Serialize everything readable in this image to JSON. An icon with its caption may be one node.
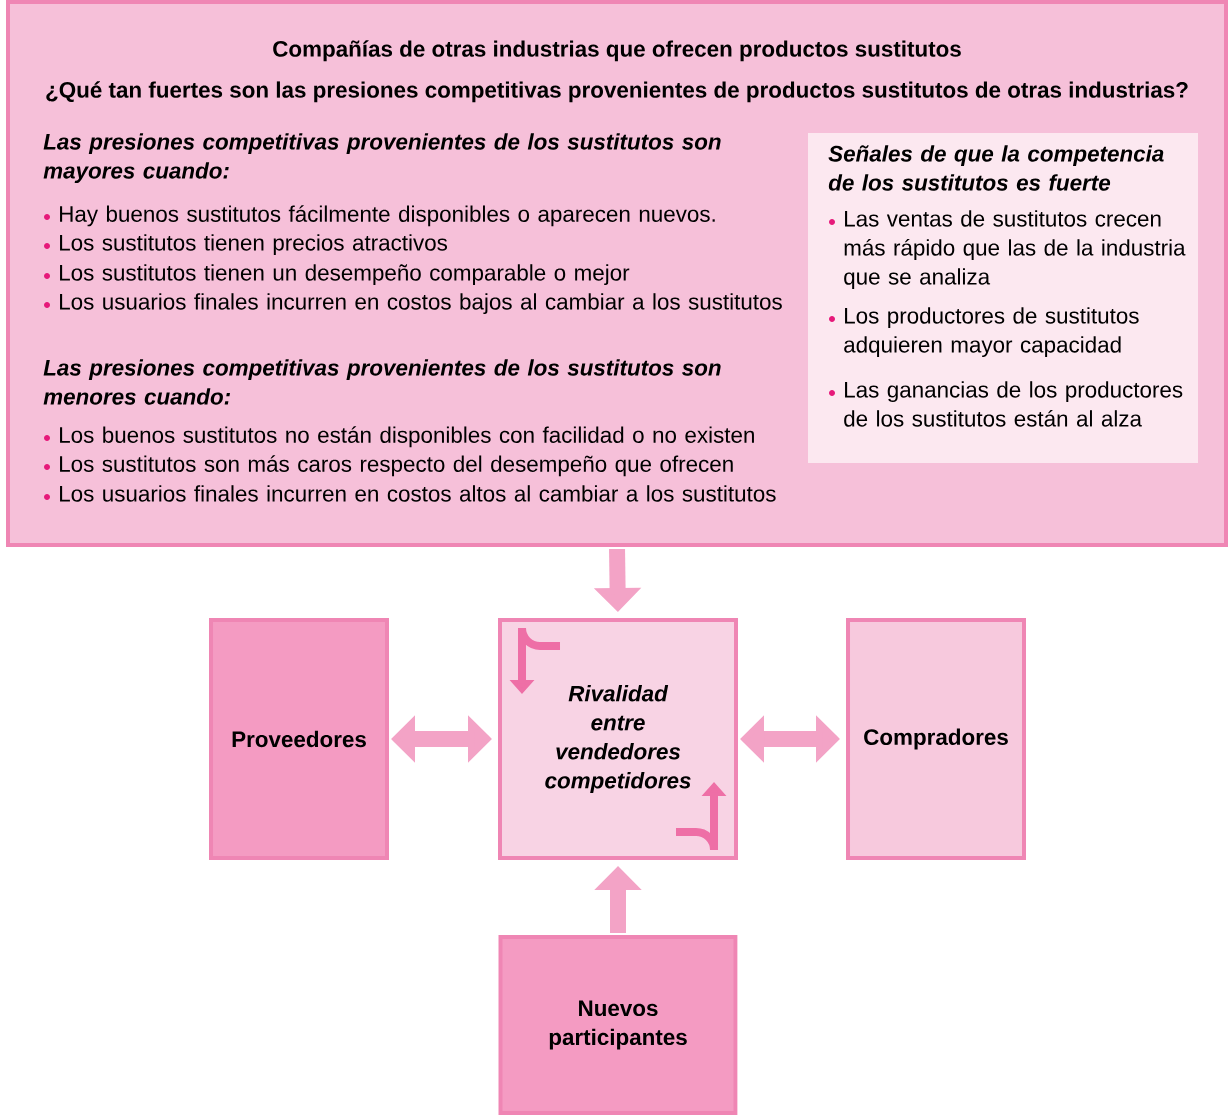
{
  "diagram": {
    "nodes": [
      {
        "text": [
          "Compañías de otras industrias que ofrecen productos sustitutos",
          "¿Qué tan fuertes son las presiones competitivas provenientes de productos sustitutos de otras industrias?",
          "Las presiones competitivas provenientes de los sustitutos son mayores cuando:",
          "Hay buenos sustitutos fácilmente disponibles o aparecen nuevos.",
          "Los sustitutos tienen precios atractivos",
          "Los sustitutos tienen un desempeño comparable o mejor",
          "Los usuarios finales incurren en costos bajos al cambiar a los sustitutos",
          "Las presiones competitivas provenientes de los sustitutos son menores cuando:",
          "Los buenos sustitutos no están disponibles con facilidad o no existen",
          "Los sustitutos son más caros respecto del desempeño que ofrecen",
          "Los usuarios finales incurren en costos altos al cambiar a los sustitutos"
        ]
      },
      {
        "text": [
          "Señales de que la competencia de los sustitutos es fuerte",
          "Las ventas de sustitutos crecen más rápido que las de la industria que se analiza",
          "Los productores de sustitutos adquieren mayor capacidad",
          "Las ganancias de los productores de los sustitutos están al alza"
        ],
        "in": 0
      },
      {
        "text": [
          "Proveedores"
        ]
      },
      {
        "text": [
          "Rivalidad entre vendedores competidores"
        ]
      },
      {
        "text": [
          "Compradores"
        ]
      },
      {
        "text": [
          "Nuevos participantes"
        ]
      }
    ],
    "edges": [
      {
        "from": 0,
        "to": 3,
        "arrow": "to"
      },
      {
        "from": 2,
        "to": 3,
        "arrow": "both"
      },
      {
        "from": 3,
        "to": 4,
        "arrow": "both"
      },
      {
        "from": 5,
        "to": 3,
        "arrow": "to"
      }
    ]
  }
}
